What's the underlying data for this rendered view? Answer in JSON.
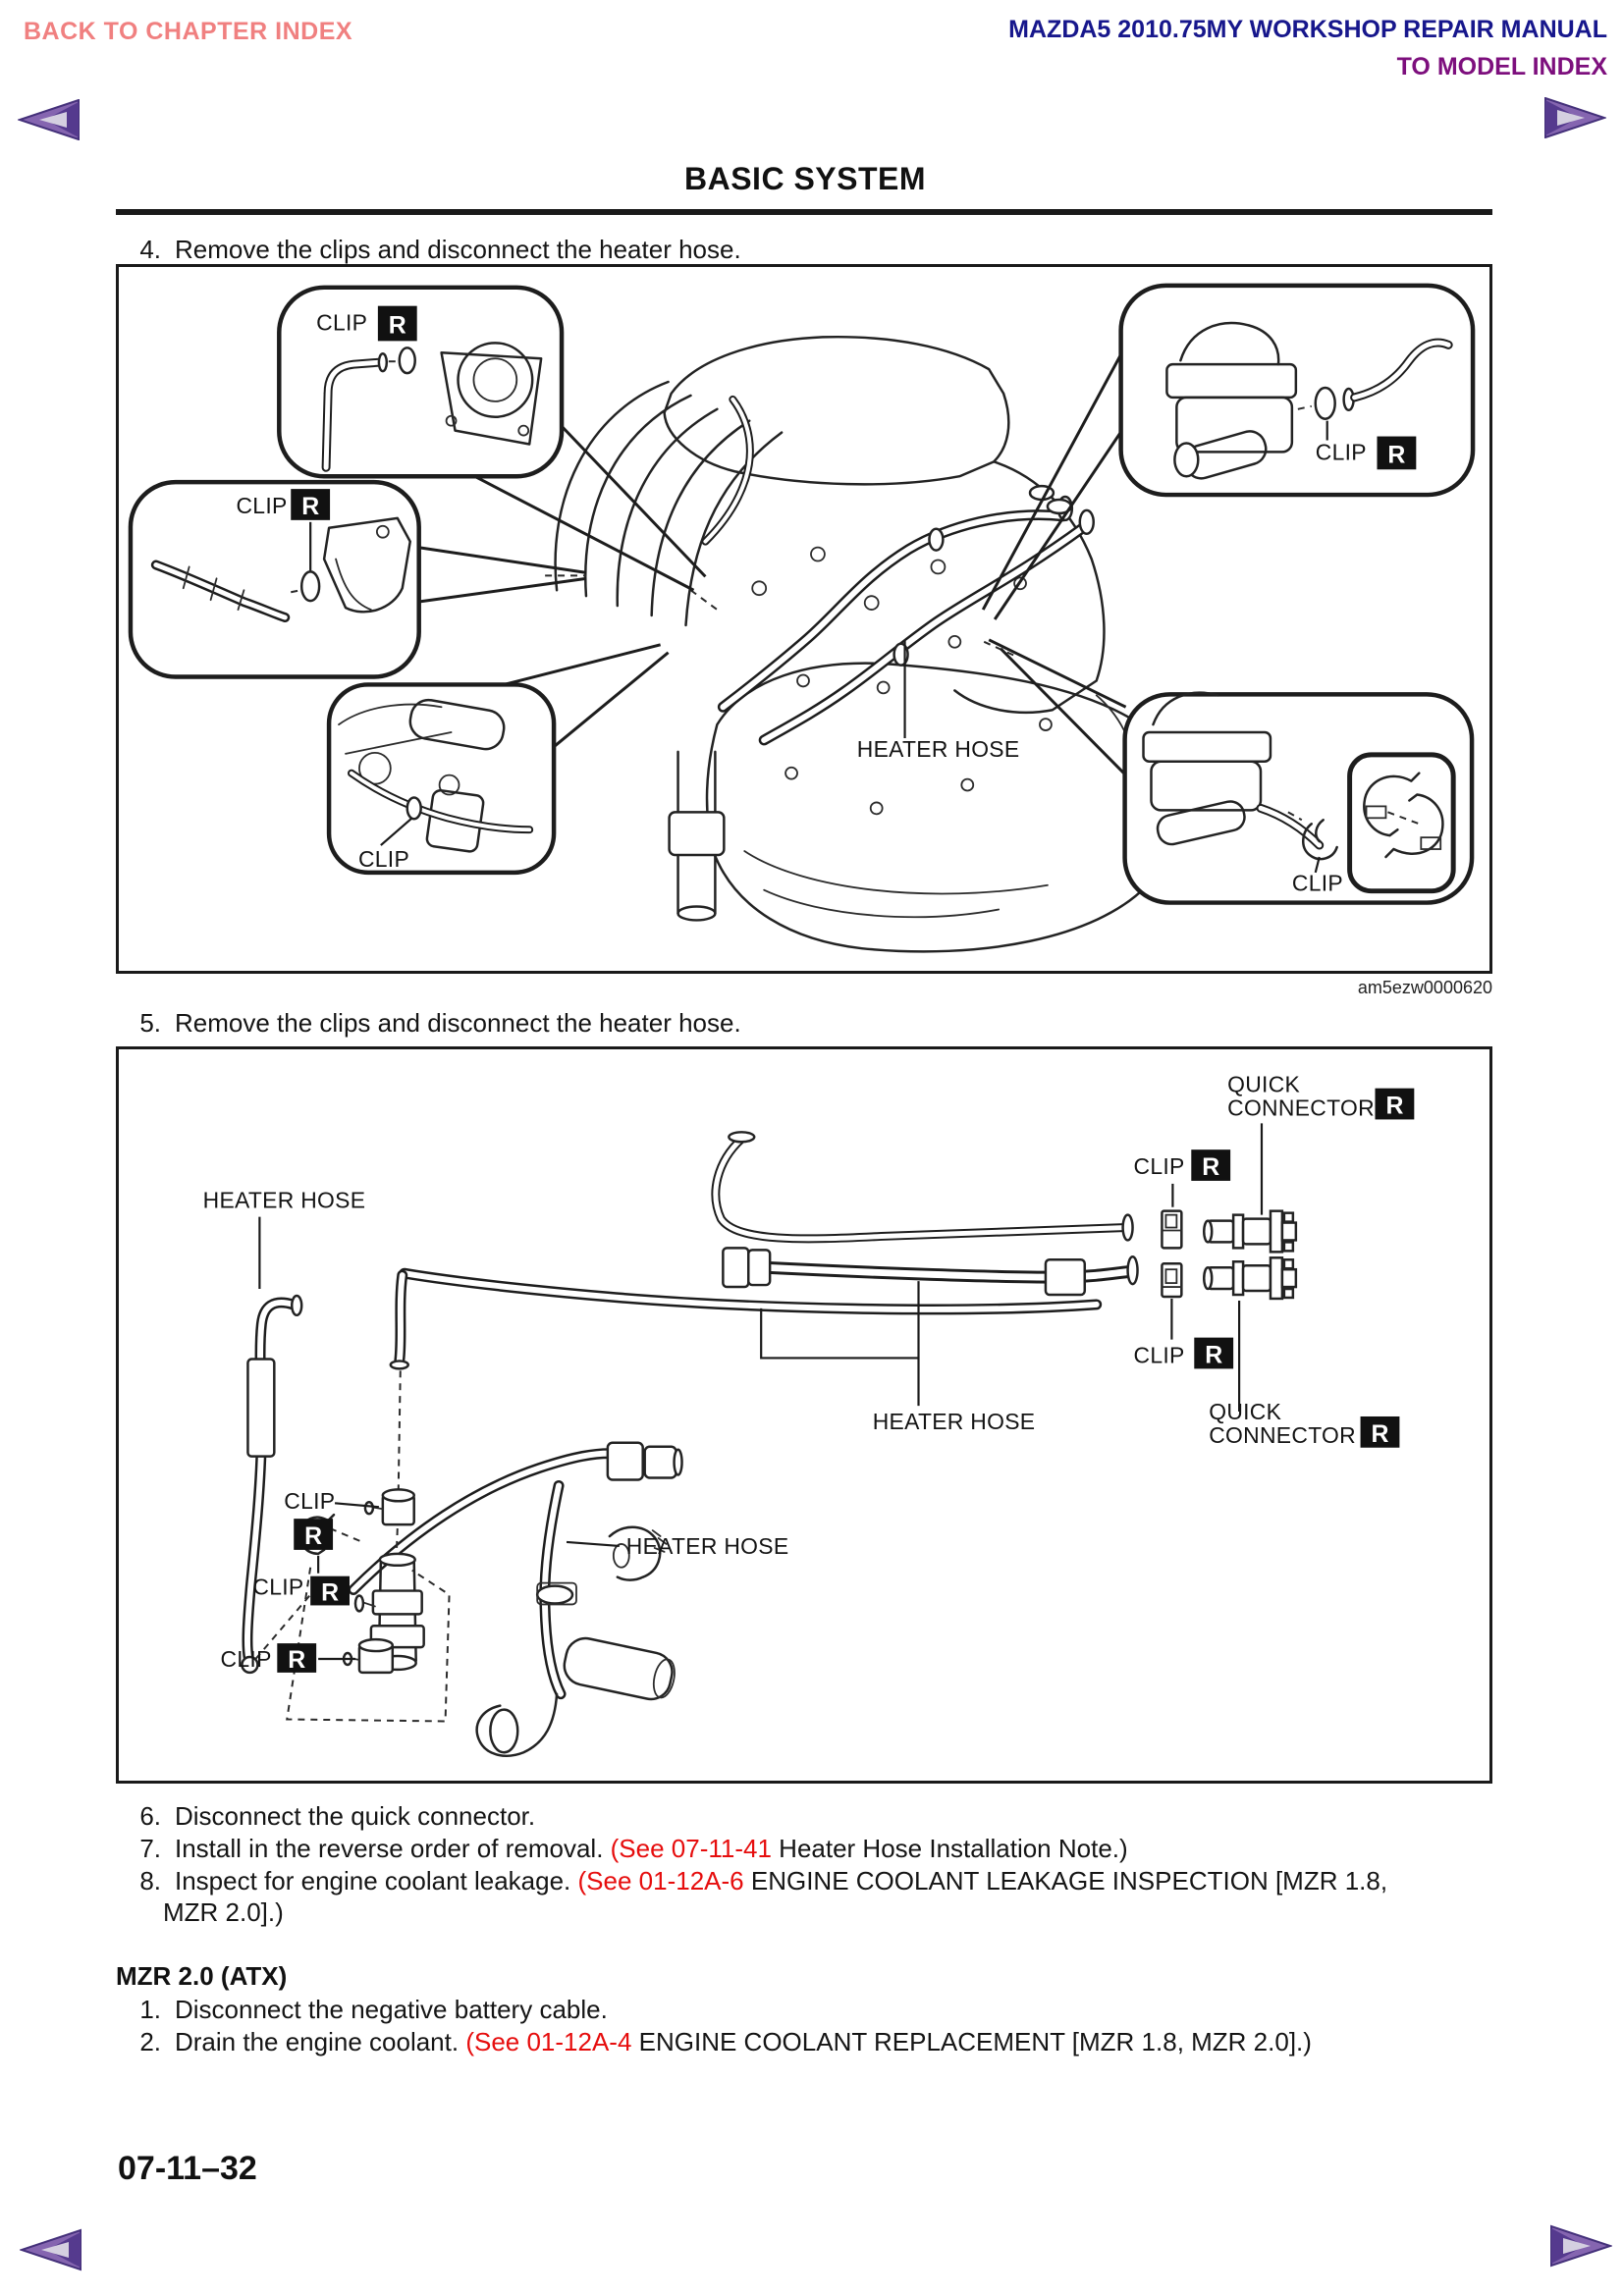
{
  "header": {
    "back_link": "BACK TO CHAPTER INDEX",
    "manual_title": "MAZDA5 2010.75MY WORKSHOP REPAIR MANUAL",
    "model_index_link": "TO MODEL INDEX"
  },
  "colors": {
    "back_link_salmon": "#f08080",
    "manual_title_navy": "#17178c",
    "model_index_purple": "#7d0f7d",
    "see_link_red": "#e60d0d",
    "nav_arrow_purple": "#8565b0"
  },
  "section_title": "BASIC SYSTEM",
  "steps": {
    "step4": {
      "num": "4.",
      "text": "Remove the clips and disconnect the heater hose."
    },
    "step5": {
      "num": "5.",
      "text": "Remove the clips and disconnect the heater hose."
    },
    "step6": {
      "num": "6.",
      "text": "Disconnect the quick connector."
    },
    "step7": {
      "num": "7.",
      "pre": "Install in the reverse order of removal. ",
      "link": "(See 07-11-41",
      "post": " Heater Hose Installation Note.)"
    },
    "step8": {
      "num": "8.",
      "pre": "Inspect for engine coolant leakage. ",
      "link": "(See 01-12A-6",
      "post": " ENGINE COOLANT LEAKAGE INSPECTION [MZR 1.8,",
      "cont": "MZR 2.0].)"
    }
  },
  "subsection": {
    "heading": "MZR 2.0 (ATX)",
    "step1": {
      "num": "1.",
      "text": "Disconnect the negative battery cable."
    },
    "step2": {
      "num": "2.",
      "pre": "Drain the engine coolant. ",
      "link": "(See 01-12A-4",
      "post": " ENGINE COOLANT REPLACEMENT [MZR 1.8, MZR 2.0].)"
    }
  },
  "figure1": {
    "caption": "am5ezw0000620",
    "labels": {
      "clip": "CLIP",
      "heater_hose": "HEATER HOSE",
      "r": "R"
    }
  },
  "figure2": {
    "labels": {
      "clip": "CLIP",
      "heater_hose": "HEATER HOSE",
      "quick": "QUICK",
      "connector": "CONNECTOR",
      "r": "R"
    }
  },
  "footer": {
    "page_number": "07-11–32"
  }
}
